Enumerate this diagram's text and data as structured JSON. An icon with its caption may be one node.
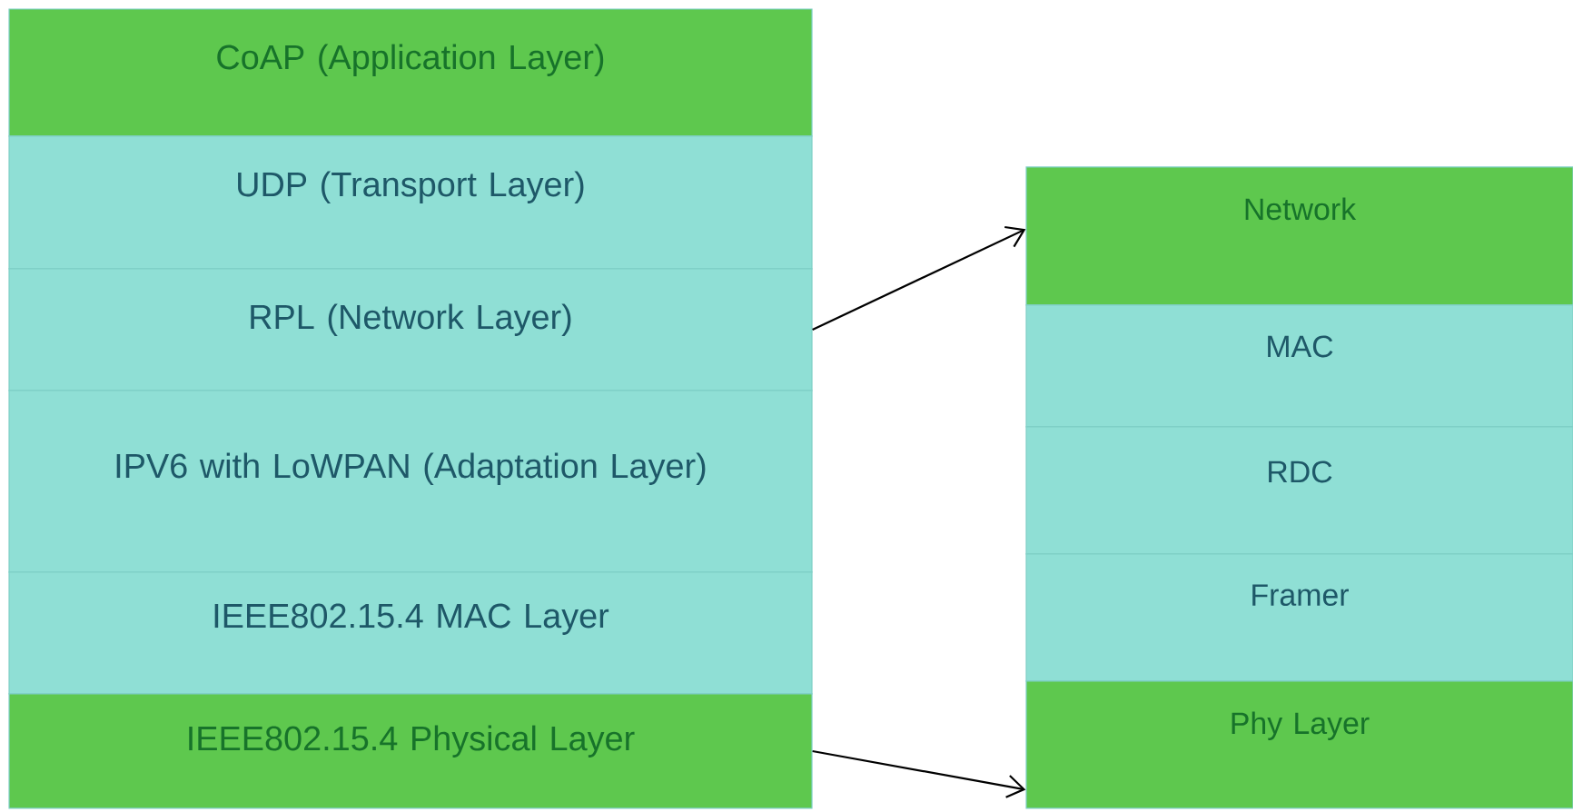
{
  "diagram": {
    "nodes": [
      {
        "text": [
          "CoAP (Application Layer)"
        ]
      },
      {
        "text": [
          "UDP (Transport Layer)"
        ]
      },
      {
        "text": [
          "RPL (Network Layer)"
        ]
      },
      {
        "text": [
          "IPV6 with LoWPAN (Adaptation Layer)"
        ]
      },
      {
        "text": [
          "IEEE802.15.4 MAC Layer"
        ]
      },
      {
        "text": [
          "IEEE802.15.4 Physical  Layer"
        ]
      },
      {
        "text": [
          "Network"
        ]
      },
      {
        "text": [
          "MAC"
        ]
      },
      {
        "text": [
          "RDC"
        ]
      },
      {
        "text": [
          "Framer"
        ]
      },
      {
        "text": [
          "Phy Layer"
        ]
      }
    ],
    "edges": [
      {
        "from": 2,
        "to": 6,
        "arrow": "to"
      },
      {
        "from": 5,
        "to": 10,
        "arrow": "to"
      }
    ]
  }
}
